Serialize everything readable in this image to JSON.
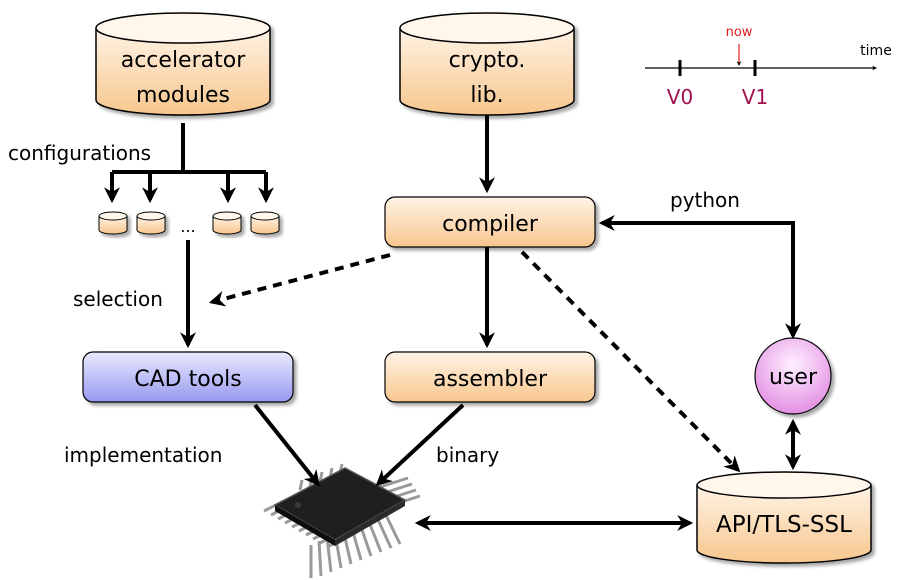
{
  "nodes": {
    "accelerator_modules": {
      "line1": "accelerator",
      "line2": "modules"
    },
    "crypto_lib": {
      "line1": "crypto.",
      "line2": "lib."
    },
    "compiler": "compiler",
    "cad_tools": "CAD tools",
    "assembler": "assembler",
    "user": "user",
    "api": "API/TLS-SSL",
    "ellipsis": "..."
  },
  "edge_labels": {
    "configurations": "configurations",
    "selection": "selection",
    "python": "python",
    "implementation": "implementation",
    "binary": "binary"
  },
  "timeline": {
    "now": "now",
    "time": "time",
    "v0": "V0",
    "v1": "V1"
  },
  "colors": {
    "orange_box_top": "#fff2e4",
    "orange_box_bottom": "#f8c991",
    "blue_box_top": "#e6e7ff",
    "blue_box_bottom": "#9a9cf0",
    "user_top": "#ffe3ff",
    "user_bottom": "#e48ae4",
    "version_label": "#a3124f",
    "now_marker": "#e02020"
  },
  "icons": {
    "chip": "microchip-icon"
  }
}
